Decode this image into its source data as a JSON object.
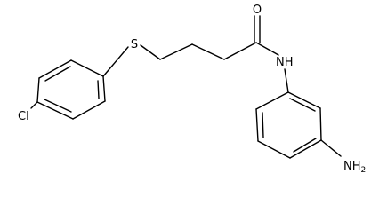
{
  "molecule": {
    "atoms": {
      "chlorine": "Cl",
      "sulfur": "S",
      "oxygen": "O",
      "nh": "NH",
      "nh2_main": "NH",
      "nh2_sub": "2"
    }
  }
}
